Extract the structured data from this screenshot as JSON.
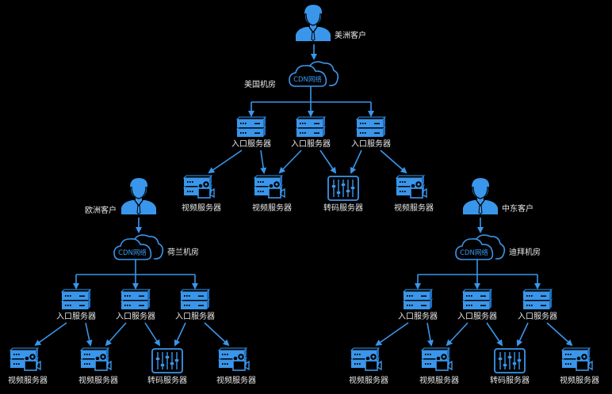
{
  "colors": {
    "background": "#000000",
    "accent": "#3a96ea",
    "accent_dark": "#1f6fc0",
    "text": "#e8e8e8"
  },
  "regions": [
    {
      "id": "americas",
      "client_label": "美洲客户",
      "cdn_label": "CDN网络",
      "datacenter_label": "美国机房",
      "entry_servers": [
        "入口服务器",
        "入口服务器",
        "入口服务器"
      ],
      "backend_servers": [
        {
          "type": "video",
          "label": "视频服务器"
        },
        {
          "type": "video",
          "label": "视频服务器"
        },
        {
          "type": "transcode",
          "label": "转码服务器"
        },
        {
          "type": "video",
          "label": "视频服务器"
        }
      ]
    },
    {
      "id": "europe",
      "client_label": "欧洲客户",
      "cdn_label": "CDN网络",
      "datacenter_label": "荷兰机房",
      "entry_servers": [
        "入口服务器",
        "入口服务器",
        "入口服务器"
      ],
      "backend_servers": [
        {
          "type": "video",
          "label": "视频服务器"
        },
        {
          "type": "video",
          "label": "视频服务器"
        },
        {
          "type": "transcode",
          "label": "转码服务器"
        },
        {
          "type": "video",
          "label": "视频服务器"
        }
      ]
    },
    {
      "id": "middle-east",
      "client_label": "中东客户",
      "cdn_label": "CDN网络",
      "datacenter_label": "迪拜机房",
      "entry_servers": [
        "入口服务器",
        "入口服务器",
        "入口服务器"
      ],
      "backend_servers": [
        {
          "type": "video",
          "label": "视频服务器"
        },
        {
          "type": "video",
          "label": "视频服务器"
        },
        {
          "type": "transcode",
          "label": "转码服务器"
        },
        {
          "type": "video",
          "label": "视频服务器"
        }
      ]
    }
  ],
  "connections": {
    "entry_to_backend": [
      [
        0,
        0
      ],
      [
        0,
        1
      ],
      [
        1,
        1
      ],
      [
        1,
        2
      ],
      [
        2,
        2
      ],
      [
        2,
        3
      ]
    ]
  }
}
